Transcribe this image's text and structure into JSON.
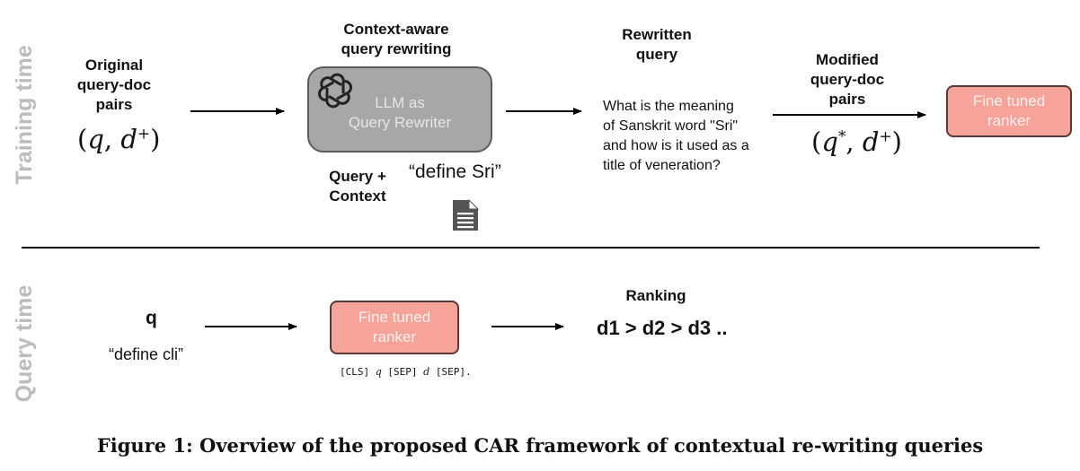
{
  "side_labels": {
    "training": "Training time",
    "query": "Query time"
  },
  "training": {
    "original_label": "Original query-doc pairs",
    "original_math_q": "q",
    "original_math_d": "d",
    "original_math_sup": "+",
    "rewriting_label": "Context-aware query rewriting",
    "llm_line1": "LLM as",
    "llm_line2": "Query Rewriter",
    "query_context_label": "Query + Context",
    "define_sri": "“define Sri”",
    "rewritten_label": "Rewritten query",
    "rewritten_text": "What is the meaning of Sanskrit word \"Sri\" and how is it used as a title of veneration?",
    "modified_label": "Modified query-doc pairs",
    "modified_math_q": "q",
    "modified_math_qsup": "*",
    "modified_math_d": "d",
    "modified_math_dsup": "+",
    "ranker_label": "Fine tuned ranker"
  },
  "query": {
    "q_label": "q",
    "define_cli": "“define cli”",
    "ranker_label": "Fine tuned ranker",
    "input_format": "[CLS] q [SEP] d [SEP].",
    "ranking_label": "Ranking",
    "ranking_result": "d1 > d2 > d3 .."
  },
  "caption": "Figure 1: Overview of the proposed CAR framework of contextual re-writing queries",
  "icons": [
    "openai-logo-icon",
    "document-icon"
  ]
}
